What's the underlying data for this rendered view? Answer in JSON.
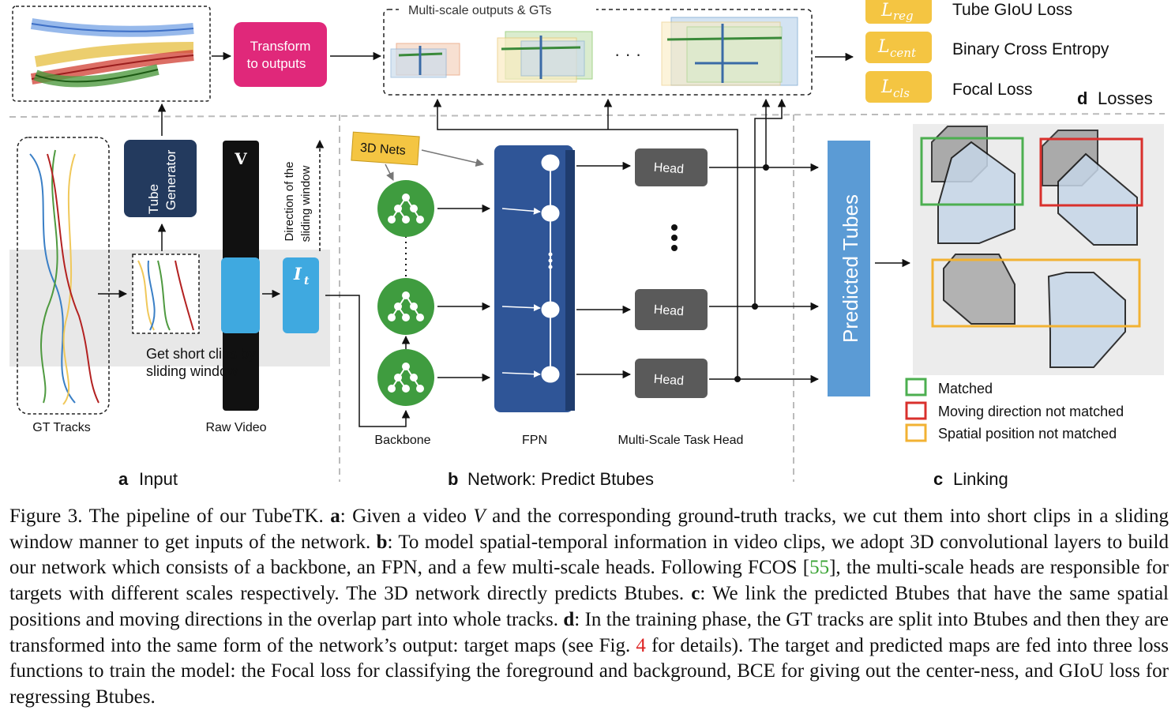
{
  "figure": {
    "top": {
      "transform_label_1": "Transform",
      "transform_label_2": "to outputs",
      "multiscale_title": "Multi-scale outputs & GTs",
      "ellipsis": "· · ·"
    },
    "losses": {
      "items": [
        {
          "symbol": "L",
          "sub": "reg",
          "name": "Tube GIoU Loss"
        },
        {
          "symbol": "L",
          "sub": "cent",
          "name": "Binary Cross Entropy"
        },
        {
          "symbol": "L",
          "sub": "cls",
          "name": "Focal Loss"
        }
      ],
      "section_letter": "d",
      "section_title": "Losses"
    },
    "input": {
      "gt_tracks": "GT Tracks",
      "tube_generator_1": "Tube",
      "tube_generator_2": "Generator",
      "video_symbol": "V",
      "clip_symbol": "I",
      "clip_sub": "t",
      "direction_1": "Direction of the",
      "direction_2": "sliding window",
      "short_clips_1": "Get short  clips by",
      "short_clips_2": "sliding window",
      "raw_video": "Raw Video",
      "section_letter": "a",
      "section_title": "Input"
    },
    "network": {
      "nets_3d": "3D Nets",
      "backbone": "Backbone",
      "fpn": "FPN",
      "head": "Head",
      "task_head": "Multi-Scale Task Head",
      "section_letter": "b",
      "section_title": "Network: Predict Btubes"
    },
    "linking": {
      "predicted_tubes": "Predicted Tubes",
      "legend": [
        {
          "label": "Matched",
          "color": "#4caf50"
        },
        {
          "label": "Moving direction not matched",
          "color": "#d9302c"
        },
        {
          "label": "Spatial position not matched",
          "color": "#f2b233"
        }
      ],
      "section_letter": "c",
      "section_title": "Linking"
    }
  },
  "caption": {
    "s1": "Figure 3. The pipeline of our TubeTK. ",
    "a": "a",
    "s2": ": Given a video ",
    "v": "V",
    "s3": " and the corresponding ground-truth tracks, we cut them into short clips in a sliding window manner to get inputs of the network. ",
    "b": "b",
    "s4": ": To model spatial-temporal information in video clips, we adopt 3D convolutional layers to build our network which consists of a backbone, an FPN, and a few multi-scale heads. Following FCOS [",
    "cite55": "55",
    "s5": "], the multi-scale heads are responsible for targets with different scales respectively. The 3D network directly predicts Btubes. ",
    "c": "c",
    "s6": ": We link the predicted Btubes that have the same spatial positions and moving directions in the overlap part into whole tracks. ",
    "d": "d",
    "s7": ": In the training phase, the GT tracks are split into Btubes and then they are transformed into the same form of the network’s output: target maps (see Fig. ",
    "fig4": "4",
    "s8": " for details). The target and predicted maps are fed into three loss functions to train the model: the Focal loss for classifying the foreground and background, BCE for giving out the center-ness, and GIoU loss for regressing Btubes."
  },
  "colors": {
    "transform": "#e0287a",
    "navy": "#233a5e",
    "clip_blue": "#3fa9e0",
    "fpn_blue": "#2f5597",
    "backbone_green": "#3f9c3f",
    "head_gray": "#5a5a5a",
    "loss_gold": "#f4c542",
    "predicted_blue": "#5b9bd5"
  }
}
